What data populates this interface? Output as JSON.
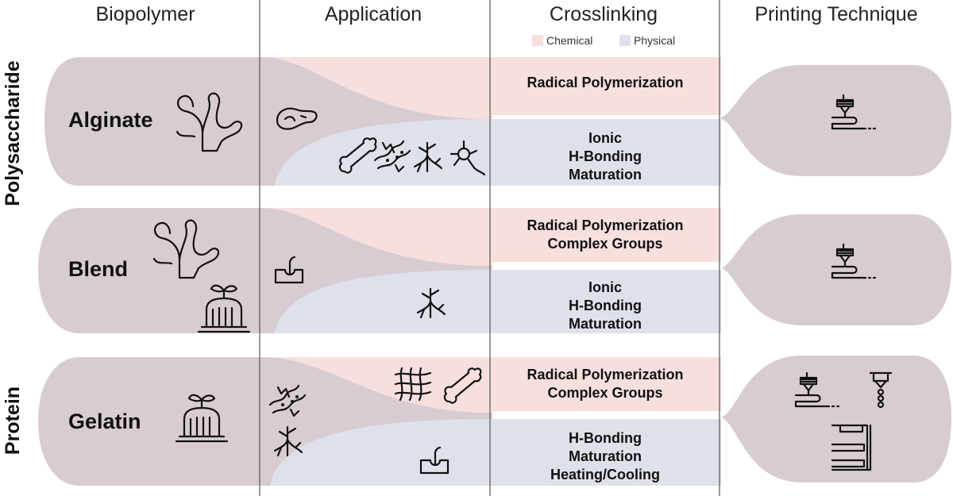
{
  "headers": {
    "biopolymer": "Biopolymer",
    "application": "Application",
    "crosslinking": "Crosslinking",
    "printing": "Printing Technique"
  },
  "legend": {
    "chemical": "Chemical",
    "physical": "Physical"
  },
  "side_labels": {
    "polysaccharide": "Polysaccharide",
    "protein": "Protein"
  },
  "colors": {
    "biopolymer_fill": "#d8ccd3",
    "chemical_fill": "#f6dfdd",
    "physical_fill": "#dfe1ea",
    "divider": "#555555"
  },
  "rows": [
    {
      "biopolymer": "Alginate",
      "chemical": [
        "Radical Polymerization"
      ],
      "physical": [
        "Ionic",
        "H-Bonding",
        "Maturation"
      ]
    },
    {
      "biopolymer": "Blend",
      "chemical": [
        "Radical Polymerization",
        "Complex Groups"
      ],
      "physical": [
        "Ionic",
        "H-Bonding",
        "Maturation"
      ]
    },
    {
      "biopolymer": "Gelatin",
      "chemical": [
        "Radical Polymerization",
        "Complex Groups"
      ],
      "physical": [
        "H-Bonding",
        "Maturation",
        "Heating/Cooling"
      ]
    }
  ],
  "icons": {
    "seaweed": "seaweed-icon",
    "jelly": "gelatin-jelly-icon",
    "pancreas": "pancreas-icon",
    "bone": "bone-icon",
    "cartilage": "cartilage-icon",
    "vessel": "blood-vessel-icon",
    "neuron": "neuron-icon",
    "skin": "skin-hair-icon",
    "mesh": "mesh-scaffold-icon",
    "extruder": "extrusion-printer-icon",
    "inkjet": "inkjet-printer-icon",
    "projector": "light-projection-printer-icon"
  }
}
